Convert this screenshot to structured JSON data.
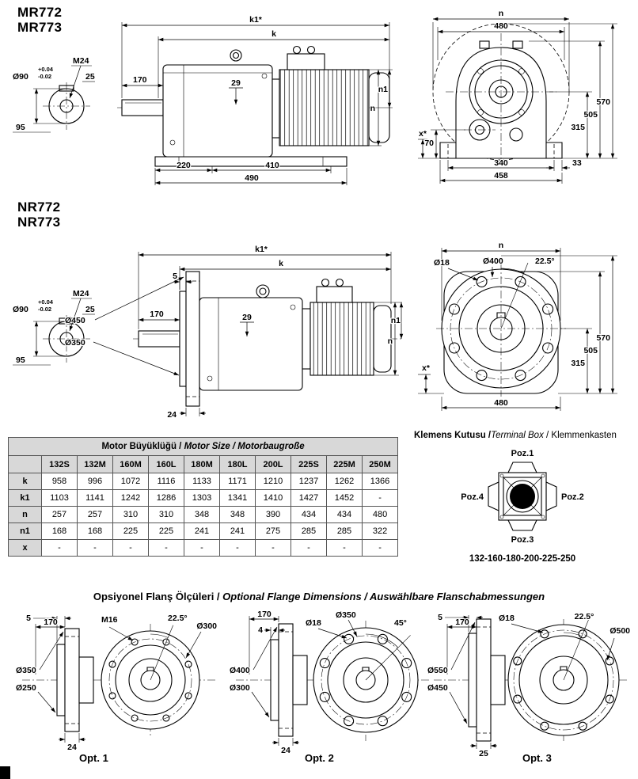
{
  "mr": {
    "title1": "MR772",
    "title2": "MR773",
    "side": {
      "k1": "k1*",
      "k": "k",
      "d170": "170",
      "d29": "29",
      "n": "n",
      "n1": "n1",
      "d220": "220",
      "d410": "410",
      "d490": "490"
    },
    "end": {
      "n": "n",
      "d480": "480",
      "d570": "570",
      "d505": "505",
      "d315": "315",
      "d70": "70",
      "x": "x*",
      "d340": "340",
      "d33": "33",
      "d458": "458"
    }
  },
  "nr": {
    "title1": "NR772",
    "title2": "NR773",
    "side": {
      "k1": "k1*",
      "k": "k",
      "d5": "5",
      "d170": "170",
      "d29": "29",
      "n": "n",
      "n1": "n1",
      "dia450": "Ø450",
      "dia350": "Ø350",
      "d24": "24"
    },
    "end": {
      "n": "n",
      "dia18": "Ø18",
      "dia400": "Ø400",
      "angle": "22.5°",
      "d570": "570",
      "d505": "505",
      "d315": "315",
      "x": "x*",
      "d480": "480"
    }
  },
  "shaft_detail": {
    "tol_plus": "+0.04",
    "tol_minus": "-0.02",
    "dia": "Ø90",
    "thread": "M24",
    "d25": "25",
    "d95": "95"
  },
  "table": {
    "title_tr": "Motor Büyüklüğü / ",
    "title_en": "Motor Size",
    "title_de": " / Motorbaugroße",
    "columns": [
      "132S",
      "132M",
      "160M",
      "160L",
      "180M",
      "180L",
      "200L",
      "225S",
      "225M",
      "250M"
    ],
    "rows": [
      {
        "label": "k",
        "values": [
          958,
          996,
          1072,
          1116,
          1133,
          1171,
          1210,
          1237,
          1262,
          1366
        ]
      },
      {
        "label": "k1",
        "values": [
          1103,
          1141,
          1242,
          1286,
          1303,
          1341,
          1410,
          1427,
          1452,
          "-"
        ]
      },
      {
        "label": "n",
        "values": [
          257,
          257,
          310,
          310,
          348,
          348,
          390,
          434,
          434,
          480
        ]
      },
      {
        "label": "n1",
        "values": [
          168,
          168,
          225,
          225,
          241,
          241,
          275,
          285,
          285,
          322
        ]
      },
      {
        "label": "x",
        "values": [
          "-",
          "-",
          "-",
          "-",
          "-",
          "-",
          "-",
          "-",
          "-",
          "-"
        ]
      }
    ]
  },
  "terminal": {
    "title_tr": "Klemens Kutusu /",
    "title_en": "Terminal Box",
    "title_de": " / Klemmenkasten",
    "poz1": "Poz.1",
    "poz2": "Poz.2",
    "poz3": "Poz.3",
    "poz4": "Poz.4",
    "sizes": "132-160-180-200-225-250"
  },
  "flange": {
    "title_tr": "Opsiyonel Flanş Ölçüleri / ",
    "title_en": "Optional Flange Dimensions",
    "title_de": " / Auswählbare Flanschabmessungen",
    "opt1": {
      "label": "Opt. 1",
      "d5": "5",
      "d170": "170",
      "thread": "M16",
      "angle": "22.5°",
      "bolt_circle": "Ø300",
      "outer": "Ø350",
      "spigot": "Ø250",
      "thickness": "24"
    },
    "opt2": {
      "label": "Opt. 2",
      "d170": "170",
      "d4": "4",
      "hole": "Ø18",
      "bolt_circle": "Ø350",
      "angle": "45°",
      "outer": "Ø400",
      "spigot": "Ø300",
      "thickness": "24"
    },
    "opt3": {
      "label": "Opt. 3",
      "d5": "5",
      "d170": "170",
      "hole": "Ø18",
      "angle": "22.5°",
      "bolt_circle": "Ø500",
      "outer": "Ø550",
      "spigot": "Ø450",
      "thickness": "25"
    }
  }
}
